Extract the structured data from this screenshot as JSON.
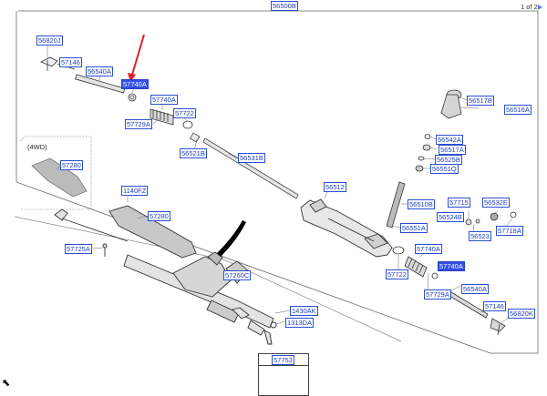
{
  "header": {
    "main_part": "56500B",
    "page_indicator": "1 of 2"
  },
  "variant_label": "(4WD)",
  "kit_box": {
    "part": "57753"
  },
  "labels": [
    "56820J",
    "57146",
    "56540A",
    "57740A",
    "57729A",
    "57722",
    "56521B",
    "56531B",
    "56517B",
    "56516A",
    "56542A",
    "56517A",
    "56525B",
    "56551Q",
    "56512",
    "56510B",
    "56551A",
    "57715",
    "56524B",
    "56523",
    "56532E",
    "57718A",
    "57740A",
    "57722",
    "57729A",
    "56540A",
    "57146",
    "56820K",
    "57280",
    "1140FZ",
    "57280",
    "57725A",
    "57260C",
    "1430AK",
    "1313DA",
    "57740A"
  ],
  "icons": [
    "nav-arrow-icon",
    "next-page-icon",
    "callout-arrow-icon",
    "washer-icon"
  ],
  "colors": {
    "label_text": "#1e3fbf",
    "label_highlight": "#3350e6",
    "callout_arrow": "#e02020"
  }
}
